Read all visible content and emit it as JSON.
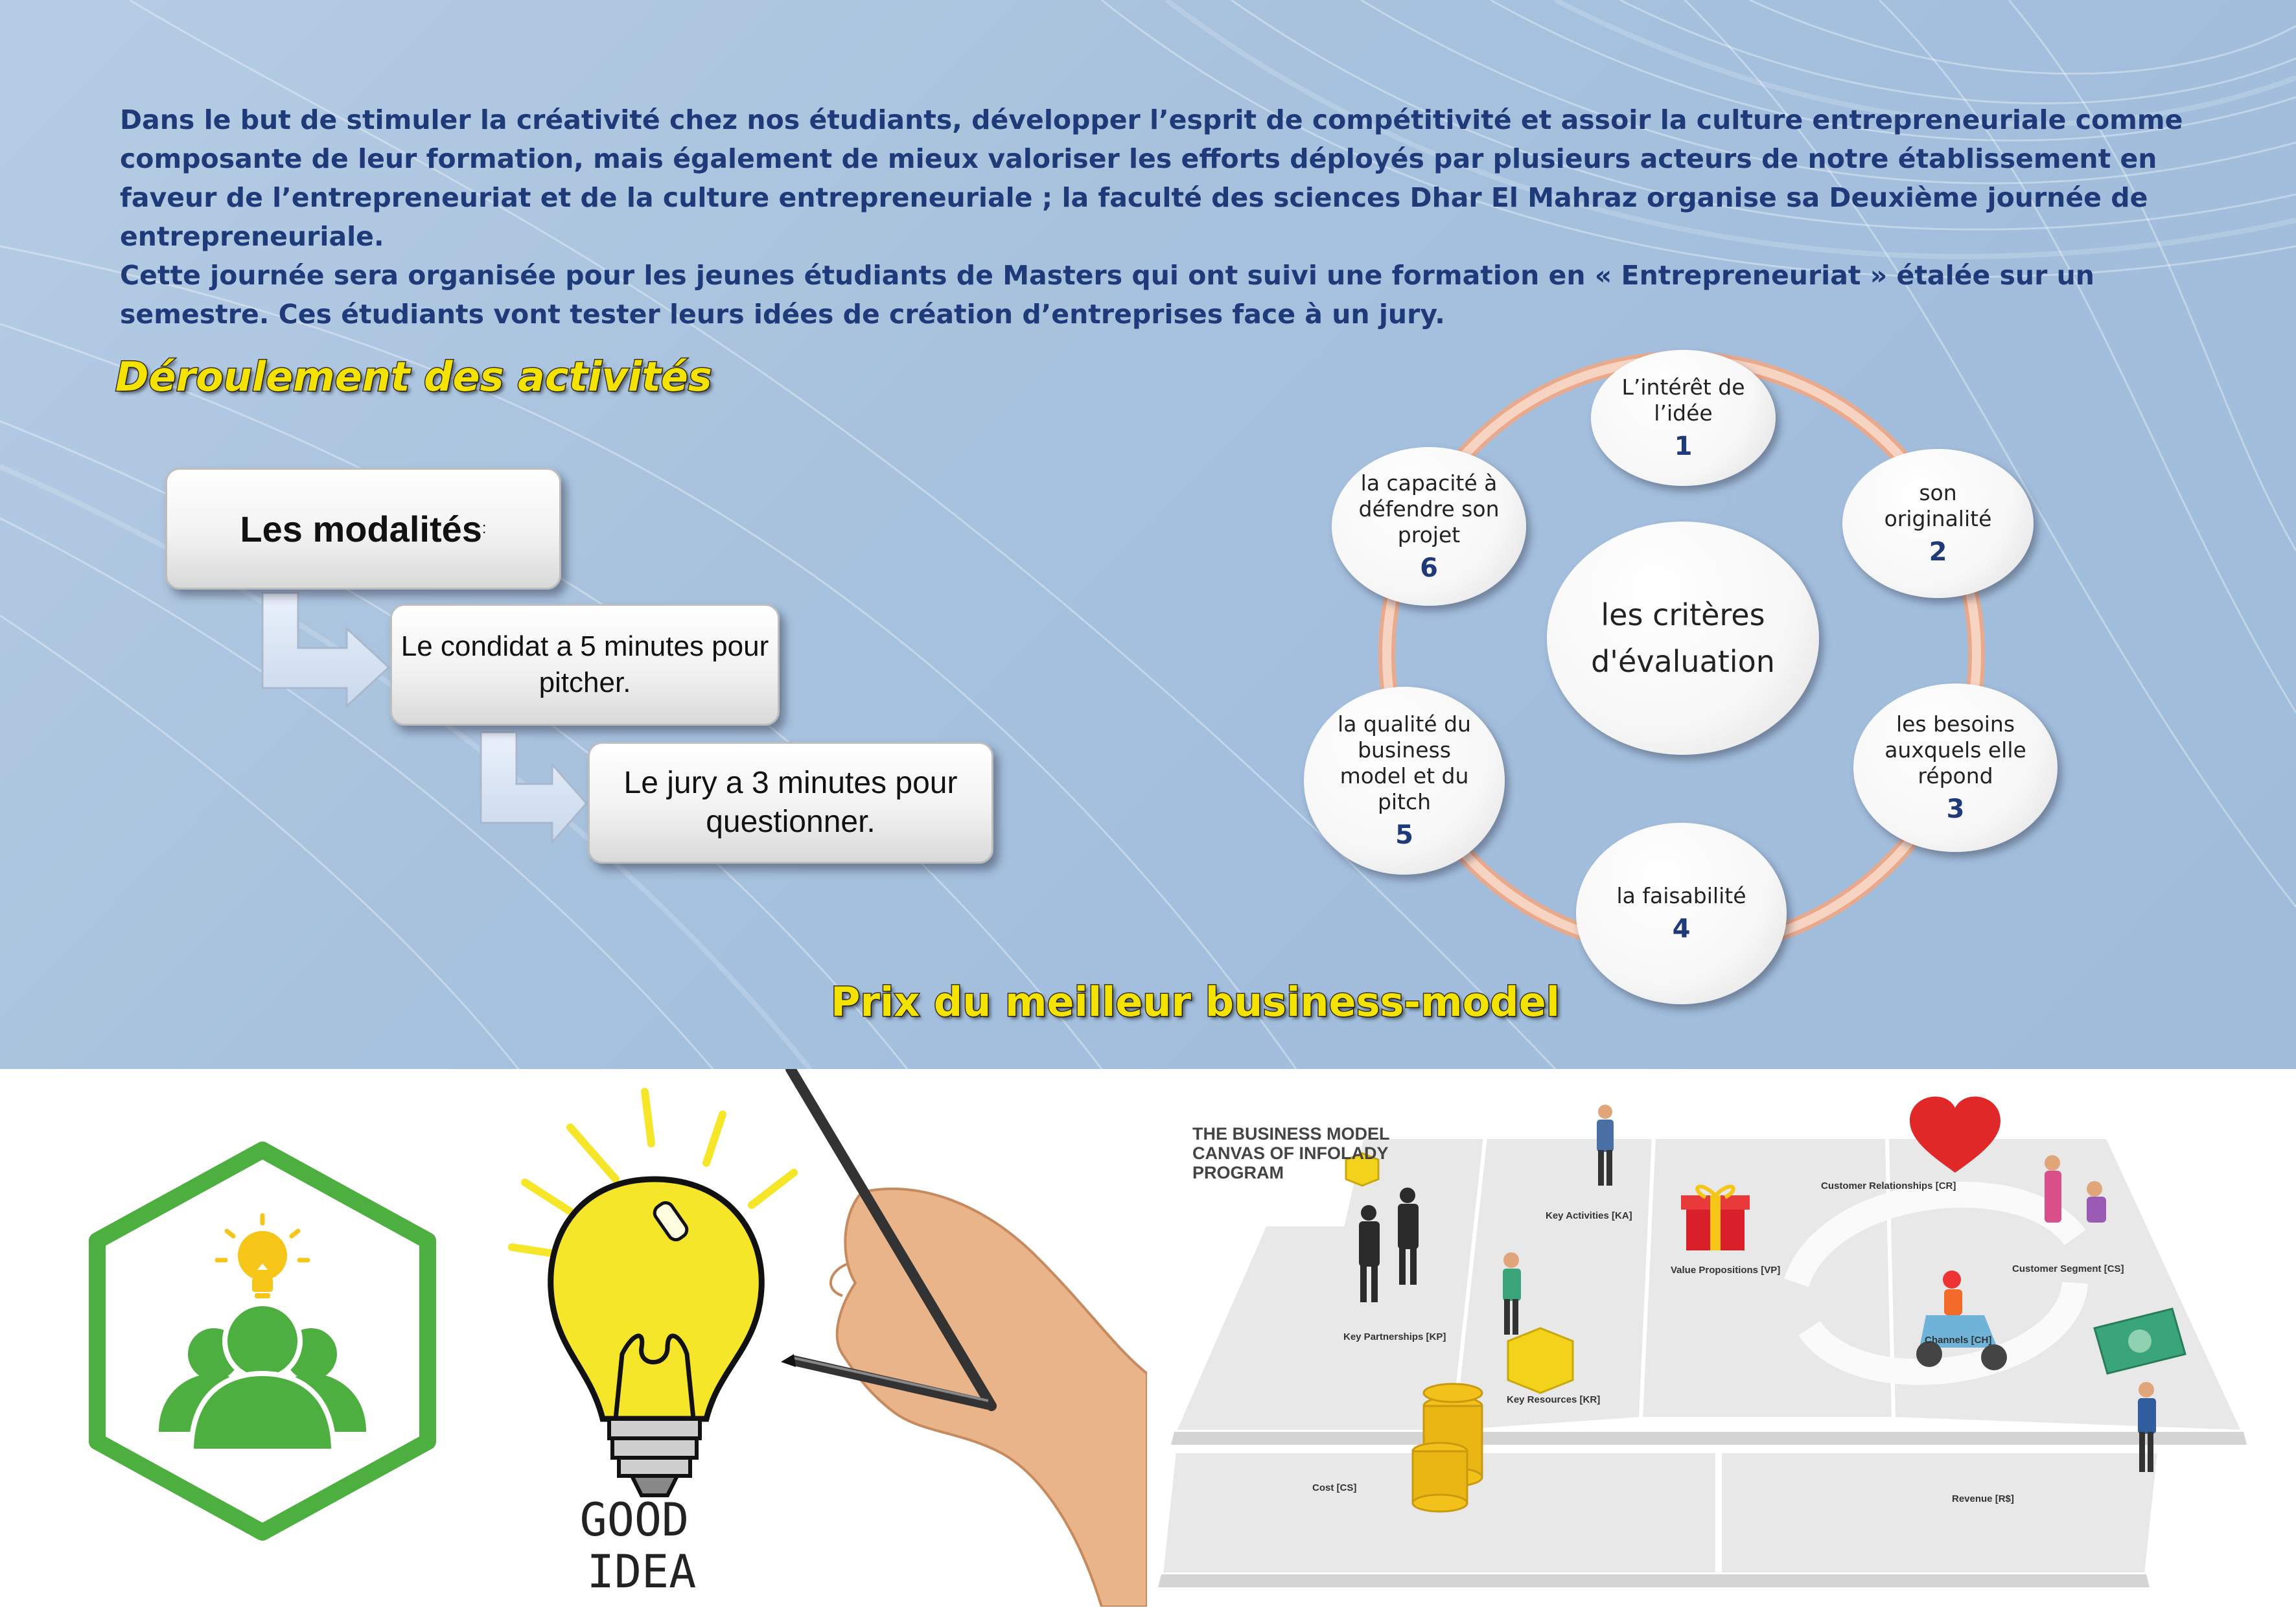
{
  "intro": {
    "paragraph1": "Dans le but de stimuler la créativité chez nos étudiants, développer l’esprit de compétitivité et assoir la culture entrepreneuriale comme composante de leur formation, mais également de mieux valoriser les efforts déployés par plusieurs acteurs de notre établissement en faveur de l’entrepreneuriat et de la culture entrepreneuriale ;  la  faculté des sciences Dhar El Mahraz organise sa Deuxième  journée de entrepreneuriale.",
    "paragraph2": "Cette journée sera organisée pour les jeunes étudiants de Masters qui ont suivi une formation en « Entrepreneuriat » étalée sur un semestre. Ces étudiants vont tester leurs idées de création d’entreprises face à un jury."
  },
  "section_titles": {
    "activities": "Déroulement des activités",
    "prize": "Prix du meilleur business-model"
  },
  "modalities": {
    "title": "Les modalités",
    "title_suffix": ":",
    "step1": "Le condidat a 5 minutes pour pitcher.",
    "step2": "Le jury a 3 minutes pour questionner."
  },
  "criteria": {
    "center": "les critères d'évaluation",
    "items": [
      {
        "label": "L’intérêt de l’idée",
        "number": "1"
      },
      {
        "label": "son originalité",
        "number": "2"
      },
      {
        "label": "les besoins auxquels elle répond",
        "number": "3"
      },
      {
        "label": "la faisabilité",
        "number": "4"
      },
      {
        "label": "la qualité du business model et du pitch",
        "number": "5"
      },
      {
        "label": "la capacité à défendre son projet",
        "number": "6"
      }
    ]
  },
  "illustrations": {
    "good_idea_text": "GOOD IDEA"
  },
  "canvas": {
    "title": "THE BUSINESS MODEL CANVAS OF INFOLADY PROGRAM",
    "key_activities": "Key Activities [KA]",
    "customer_relationships": "Customer Relationships [CR]",
    "customer_segment": "Customer Segment [CS]",
    "value_propositions": "Value Propositions [VP]",
    "key_partnerships": "Key Partnerships [KP]",
    "channels": "Channels [CH]",
    "key_resources": "Key Resources [KR]",
    "cost": "Cost [CS]",
    "revenue": "Revenue [R$]"
  },
  "colors": {
    "intro_text": "#1f3a78",
    "title_yellow": "#f4e300",
    "ring": "#f1c2a8",
    "hex_green": "#4caf3f",
    "bulb_yellow": "#f5e62a"
  }
}
